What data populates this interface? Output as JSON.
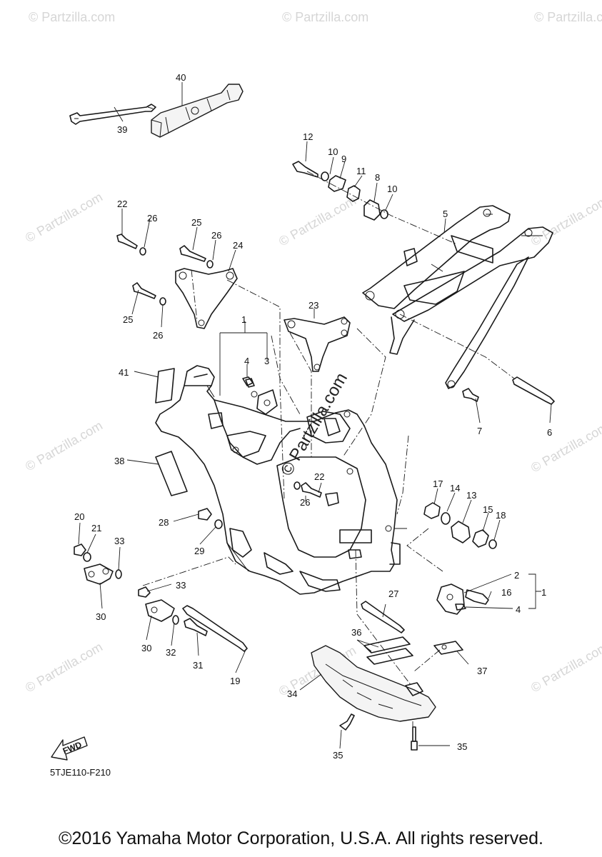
{
  "watermarks": {
    "corner_text": "© Partzilla.com",
    "center_text": "© Partzilla.com"
  },
  "fwd_label": "FWD",
  "diagram_code": "5TJE110-F210",
  "copyright": "©2016 Yamaha Motor Corporation, U.S.A. All rights reserved.",
  "callouts": {
    "c40": "40",
    "c39": "39",
    "c12": "12",
    "c10a": "10",
    "c9": "9",
    "c11": "11",
    "c8": "8",
    "c10b": "10",
    "c5": "5",
    "c22a": "22",
    "c26a": "26",
    "c25a": "25",
    "c26b": "26",
    "c24": "24",
    "c25b": "25",
    "c26c": "26",
    "c23": "23",
    "c1a": "1",
    "c4a": "4",
    "c3": "3",
    "c41": "41",
    "c7": "7",
    "c6": "6",
    "c38": "38",
    "c22b": "22",
    "c26d": "26",
    "c17": "17",
    "c14": "14",
    "c13": "13",
    "c15": "15",
    "c18": "18",
    "c20": "20",
    "c21": "21",
    "c33a": "33",
    "c28": "28",
    "c29": "29",
    "c2": "2",
    "c16": "16",
    "c1b": "1",
    "c4b": "4",
    "c30a": "30",
    "c33b": "33",
    "c27": "27",
    "c30b": "30",
    "c32": "32",
    "c31": "31",
    "c19": "19",
    "c36": "36",
    "c37": "37",
    "c34": "34",
    "c35a": "35",
    "c35b": "35"
  }
}
